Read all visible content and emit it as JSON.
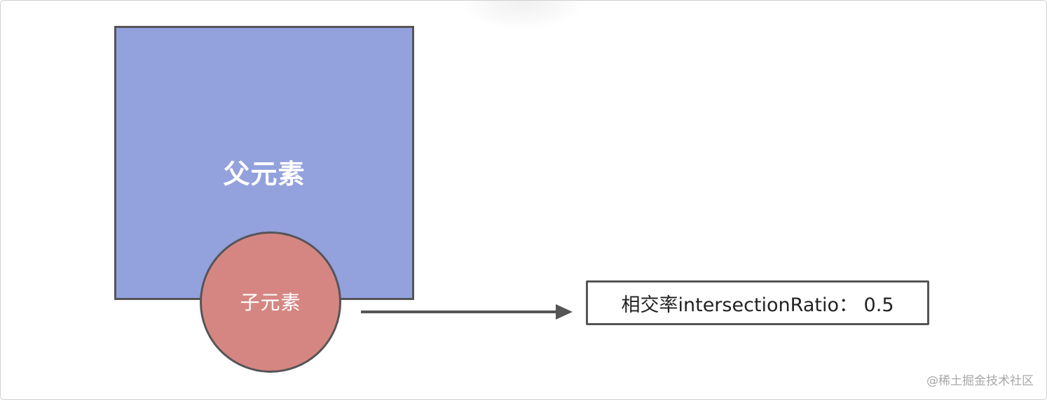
{
  "diagram": {
    "parent_element": {
      "label": "父元素",
      "fill_color": "#93a1dd",
      "border_color": "#555558"
    },
    "child_element": {
      "label": "子元素",
      "fill_color": "#d68682",
      "border_color": "#555558"
    },
    "arrow": {
      "color": "#555558",
      "direction": "right"
    },
    "ratio_box": {
      "label": "相交率intersectionRatio： 0.5",
      "border_color": "#555558"
    }
  },
  "watermark": {
    "text": "@稀土掘金技术社区"
  }
}
